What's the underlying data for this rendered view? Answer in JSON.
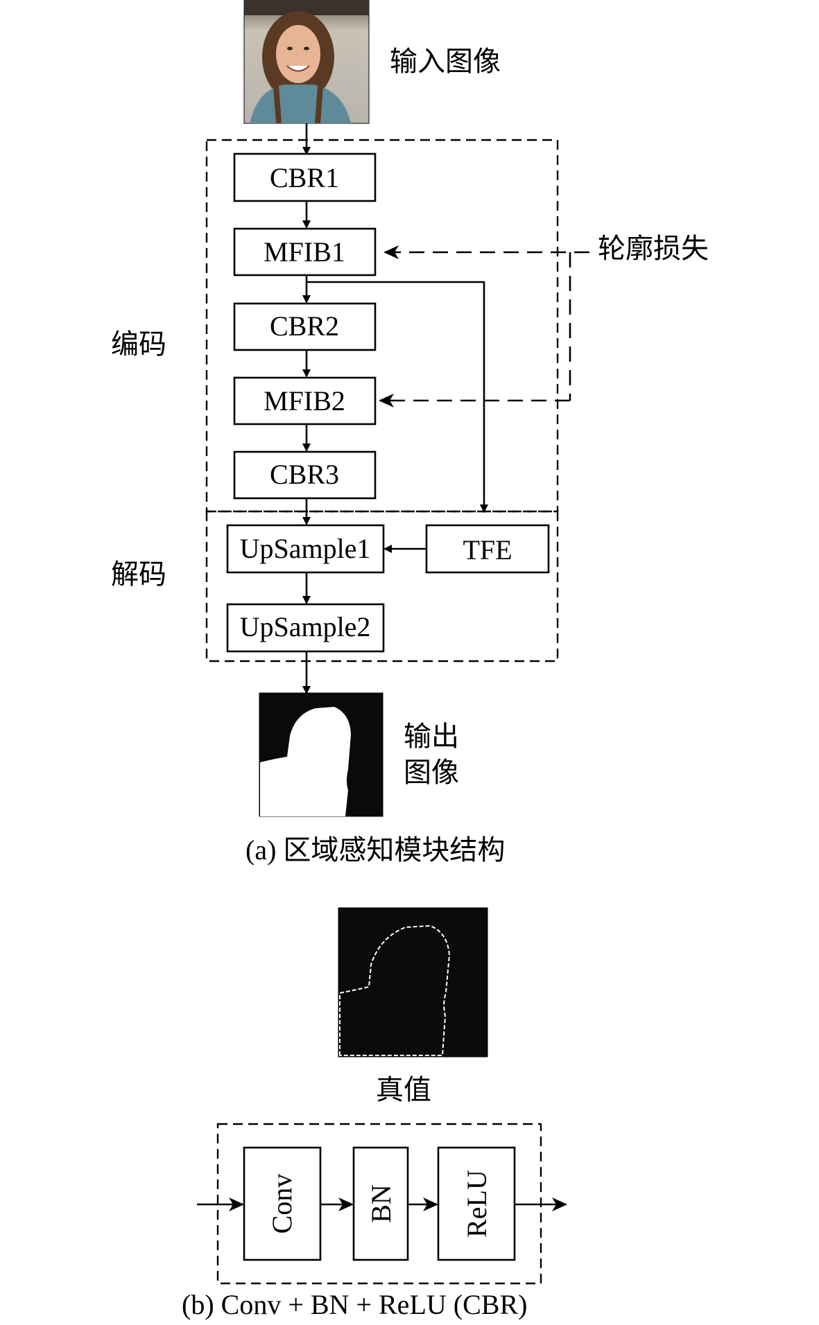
{
  "labels": {
    "input_image": "输入图像",
    "output_image_line1": "输出",
    "output_image_line2": "图像",
    "encode": "编码",
    "decode": "解码",
    "contour_loss": "轮廓损失",
    "ground_truth": "真值"
  },
  "blocks": {
    "cbr1": "CBR1",
    "mfib1": "MFIB1",
    "cbr2": "CBR2",
    "mfib2": "MFIB2",
    "cbr3": "CBR3",
    "upsample1": "UpSample1",
    "upsample2": "UpSample2",
    "tfe": "TFE",
    "conv": "Conv",
    "bn": "BN",
    "relu": "ReLU"
  },
  "captions": {
    "a": "(a) 区域感知模块结构",
    "b": "(b) Conv + BN + ReLU (CBR)"
  }
}
